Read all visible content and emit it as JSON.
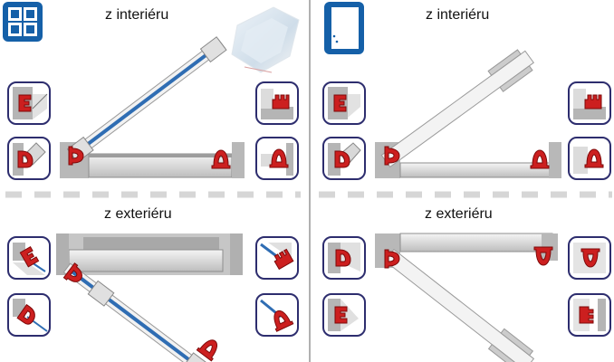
{
  "left_panel": {
    "top_label": "z interiéru",
    "bottom_label": "z exteriéru",
    "icon": "window-four-pane-icon",
    "photo": "glass-pane-photo"
  },
  "right_panel": {
    "top_label": "z interiéru",
    "bottom_label": "z exteriéru",
    "icon": "door-icon"
  },
  "colors": {
    "gasket": "#cc1f1f",
    "gasket_dark": "#8c0d0d",
    "frame": "#c8c8c8",
    "frame_dark": "#8e8e8e",
    "badge_border": "#2d2d6e",
    "icon_blue": "#1560a8",
    "glass_blue": "#2f6db3",
    "divider": "#d6d6d6"
  },
  "gasket_shapes": [
    "E",
    "D",
    "P",
    "m",
    "E-rotated"
  ]
}
